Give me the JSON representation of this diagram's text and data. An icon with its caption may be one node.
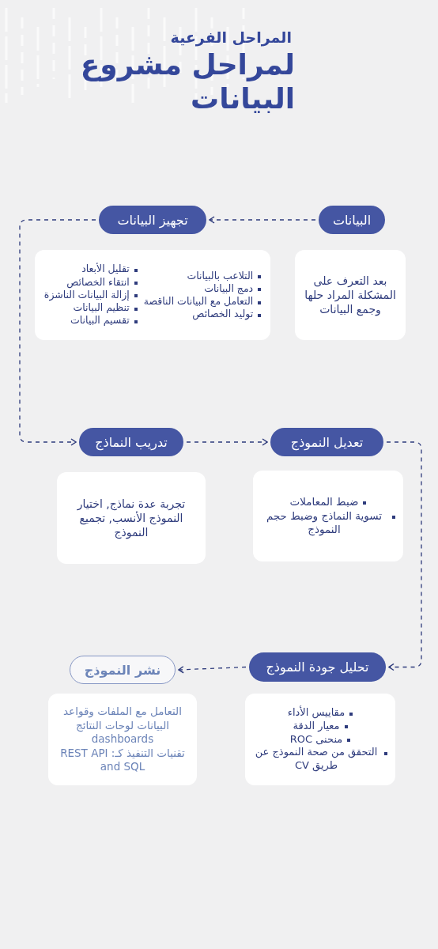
{
  "diagram": {
    "title": "لمراحل مشروع البيانات",
    "nodes": [
      {
        "text": [
          "البيانات"
        ]
      },
      {
        "text": [
          "بعد التعرف على المشكلة المراد حلها وجمع البيانات"
        ]
      },
      {
        "text": [
          "تجهيز البيانات"
        ]
      },
      {
        "text": [
          "التلاعب بالبيانات",
          "دمج البيانات",
          "التعامل مع البيانات الناقصة",
          "توليد الخصائص",
          "تقليل الأبعاد",
          "انتقاء الخصائص",
          "إزالة البيانات الناشزة",
          "تنظيم البيانات",
          "تقسيم البيانات"
        ]
      },
      {
        "text": [
          "تعديل النموذج"
        ]
      },
      {
        "text": [
          "ضبط المعاملات",
          "تسوية النماذج وضبط حجم النموذج"
        ]
      },
      {
        "text": [
          "تدريب النماذج"
        ]
      },
      {
        "text": [
          "تجربة عدة نماذج, اختيار النموذج الأنسب, تجميع النموذج"
        ]
      },
      {
        "text": [
          "تحليل جودة النموذج"
        ]
      },
      {
        "text": [
          "مقاييس الأداء",
          "معيار الدقة",
          "منحنى ROC",
          "التحقق من صحة النموذج عن طريق CV"
        ]
      },
      {
        "text": [
          "نشر النموذج"
        ]
      },
      {
        "text": [
          "التعامل مع الملفات وقواعد البيانات لوحات النتائج dashboards",
          "تقنيات التنفيذ كـ: REST API and SQL"
        ]
      }
    ],
    "edges": [
      {
        "from": 0,
        "to": 2,
        "arrow": "to",
        "style": "dashed"
      },
      {
        "from": 2,
        "to": 6,
        "arrow": "to",
        "style": "dashed"
      },
      {
        "from": 6,
        "to": 4,
        "arrow": "to",
        "style": "dashed"
      },
      {
        "from": 4,
        "to": 8,
        "arrow": "to",
        "style": "dashed"
      },
      {
        "from": 8,
        "to": 10,
        "arrow": "to",
        "style": "dashed"
      }
    ],
    "labels": [
      "المراحل الفرعية"
    ]
  }
}
